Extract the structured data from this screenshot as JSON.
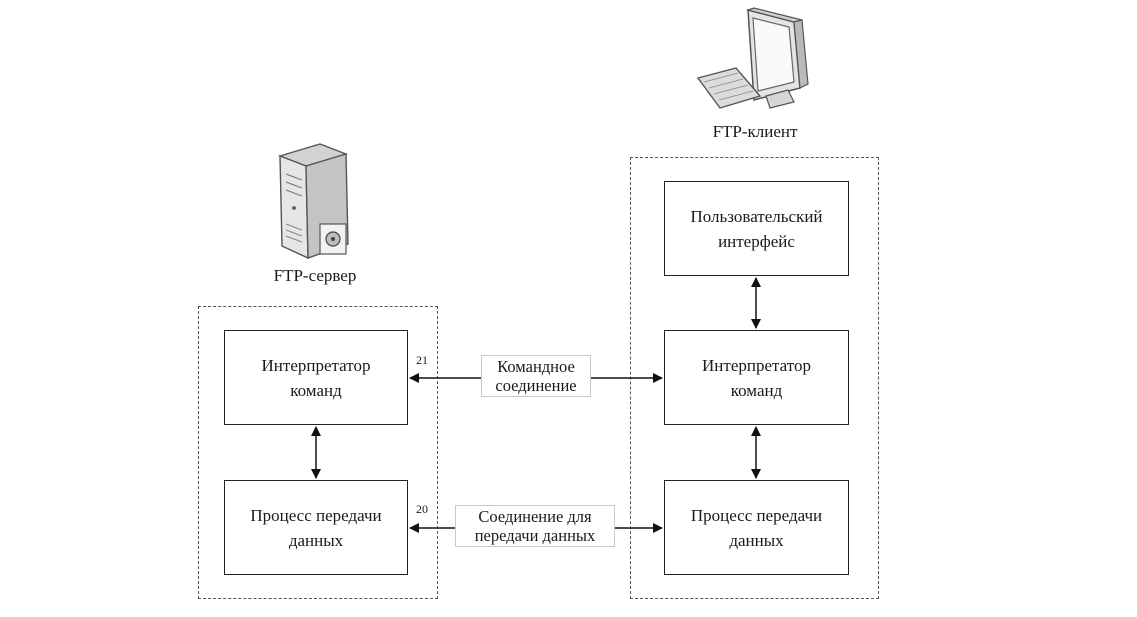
{
  "server": {
    "title": "FTP-сервер",
    "interpreter": "Интерпретатор\nкоманд",
    "transfer": "Процесс передачи\nданных"
  },
  "client": {
    "title": "FTP-клиент",
    "ui": "Пользовательский\nинтерфейс",
    "interpreter": "Интерпретатор\nкоманд",
    "transfer": "Процесс передачи\nданных"
  },
  "connections": {
    "control": {
      "label": "Командное\nсоединение",
      "port": "21"
    },
    "data": {
      "label": "Соединение для\nпередачи данных",
      "port": "20"
    }
  },
  "icons": {
    "server": "server-tower-icon",
    "client": "desktop-computer-icon"
  }
}
